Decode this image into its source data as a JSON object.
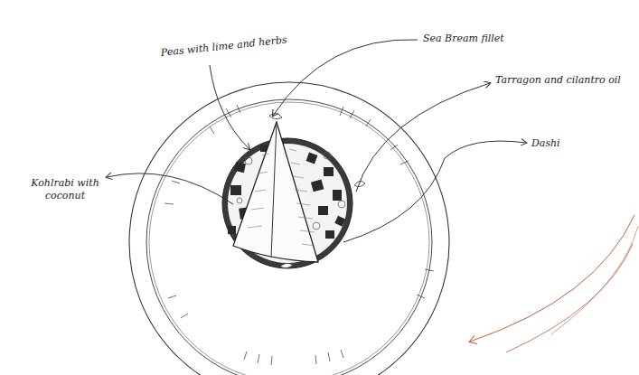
{
  "diagram": {
    "labels": [
      "Peas with lime and herbs",
      "Sea Bream fillet",
      "Tarragon and cilantro oil",
      "Dashi",
      "Kohlrabi with coconut"
    ]
  }
}
